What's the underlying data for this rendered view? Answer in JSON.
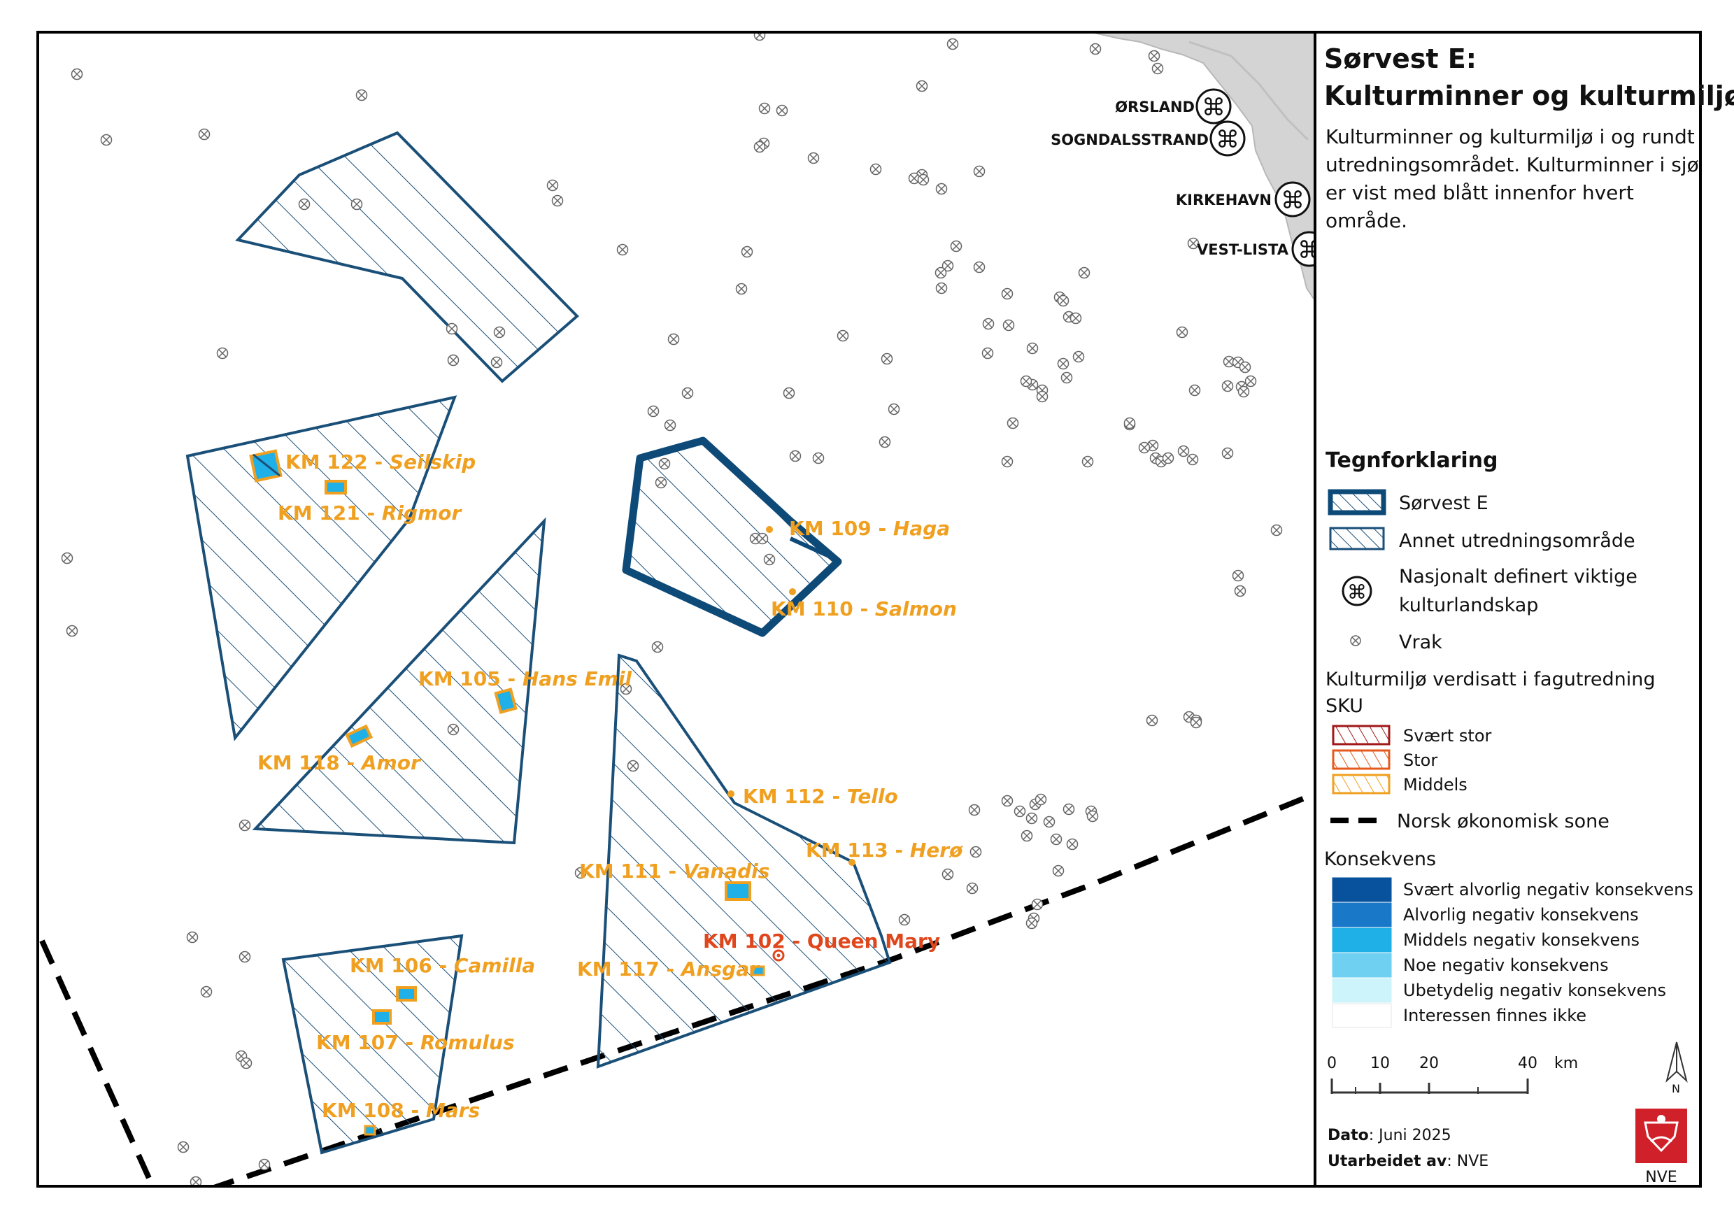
{
  "title": {
    "line1": "Sørvest E:",
    "line2": "Kulturminner og kulturmiljø"
  },
  "description": [
    "Kulturminner og kulturmiljø i og rundt",
    "utredningsområdet. Kulturminner i sjø",
    "er vist med blått innenfor hvert",
    "område."
  ],
  "legend": {
    "heading": "Tegnforklaring",
    "sorvest_e": "Sørvest E",
    "other_area": "Annet utredningsområde",
    "landscape_line1": "Nasjonalt definert viktige",
    "landscape_line2": "kulturlandskap",
    "wreck": "Vrak",
    "sku_line1": "Kulturmiljø verdisatt i fagutredning",
    "sku_line2": "SKU",
    "sku_classes": [
      {
        "label": "Svært stor",
        "color": "#a01818"
      },
      {
        "label": "Stor",
        "color": "#e55a1c"
      },
      {
        "label": "Middels",
        "color": "#f0a020"
      }
    ],
    "eez": "Norsk økonomisk sone",
    "consequence_heading": "Konsekvens",
    "consequences": [
      {
        "label": "Svært alvorlig negativ konsekvens",
        "color": "#08519c"
      },
      {
        "label": "Alvorlig negativ konsekvens",
        "color": "#1a78c8"
      },
      {
        "label": "Middels negativ konsekvens",
        "color": "#1fb0e8"
      },
      {
        "label": "Noe negativ konsekvens",
        "color": "#6fd0f2"
      },
      {
        "label": "Ubetydelig negativ konsekvens",
        "color": "#cdf4fa"
      },
      {
        "label": "Interessen finnes ikke",
        "color": "#ffffff"
      }
    ]
  },
  "scale": {
    "ticks": [
      "0",
      "10",
      "20",
      "40"
    ],
    "unit": "km"
  },
  "north": "N",
  "footer": {
    "date_label": "Dato",
    "date_value": ": Juni 2025",
    "author_label": "Utarbeidet av",
    "author_value": ": NVE"
  },
  "logo_text": "NVE",
  "coast_labels": [
    "ØRSLAND",
    "SOGNDALSSTRAND",
    "KIRKEHAVN",
    "VEST-LISTA"
  ],
  "sites": {
    "km122": {
      "code": "KM 122 -",
      "name": "Seilskip"
    },
    "km121": {
      "code": "KM 121 -",
      "name": "Rigmor"
    },
    "km109": {
      "code": "KM 109 -",
      "name": "Haga"
    },
    "km110": {
      "code": "KM 110 -",
      "name": "Salmon"
    },
    "km105": {
      "code": "KM 105 -",
      "name": "Hans Emil"
    },
    "km118": {
      "code": "KM 118 -",
      "name": "Amor"
    },
    "km112": {
      "code": "KM 112 -",
      "name": "Tello"
    },
    "km113": {
      "code": "KM 113 -",
      "name": "Herø"
    },
    "km111": {
      "code": "KM 111 -",
      "name": "Vanadis"
    },
    "km102": {
      "code": "KM 102 -",
      "name": "Queen Mary"
    },
    "km117": {
      "code": "KM 117 -",
      "name": "Ansgar"
    },
    "km106": {
      "code": "KM 106 -",
      "name": "Camilla"
    },
    "km107": {
      "code": "KM 107 -",
      "name": "Romulus"
    },
    "km108": {
      "code": "KM 108 -",
      "name": "Mars"
    }
  },
  "colors": {
    "area_stroke": "#1a4f78",
    "sorvest_stroke": "#0e4a78",
    "site_fill": "#1fb0e8",
    "site_border": "#f0a020",
    "label_orange": "#f0a020",
    "label_red": "#e0461c",
    "nve_red": "#d0202a"
  }
}
